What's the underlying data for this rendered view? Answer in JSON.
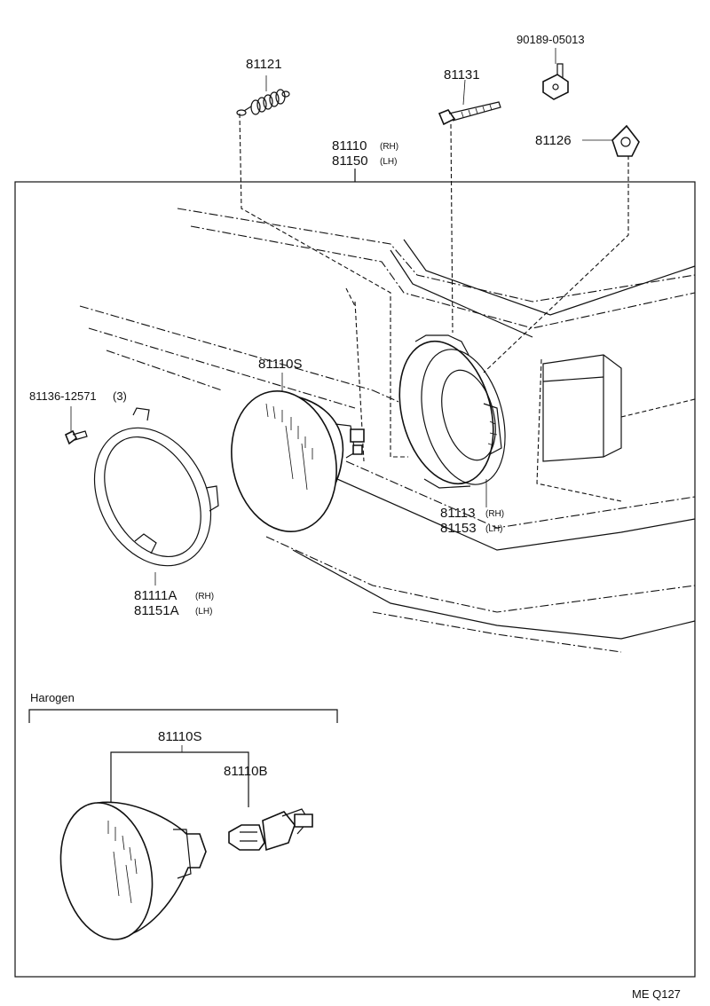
{
  "labels": {
    "spring": "81121",
    "screw": "81131",
    "clip_part": "90189-05013",
    "nut": "81126",
    "unit_rh": "81110",
    "unit_lh": "81150",
    "screw_small": "81136-12571",
    "screw_small_qty": "(3)",
    "sealed_beam": "81110S",
    "ring_rh": "81111A",
    "ring_lh": "81151A",
    "housing_rh": "81113",
    "housing_lh": "81153",
    "rh": "(RH)",
    "lh": "(LH)",
    "section_title": "Harogen",
    "halogen_unit": "81110S",
    "bulb": "81110B",
    "footer_code": "ME  Q127"
  }
}
